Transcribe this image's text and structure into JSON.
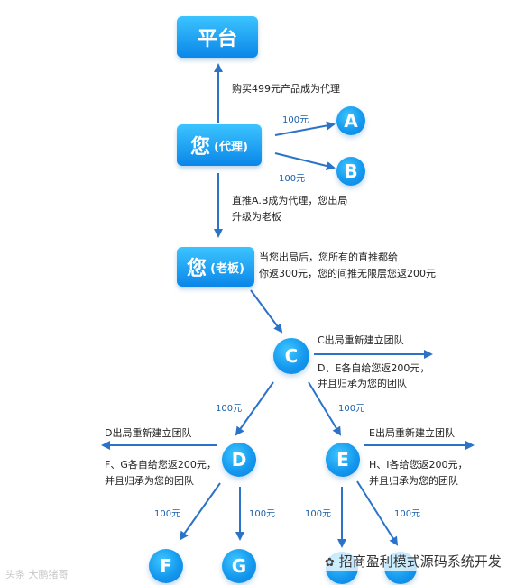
{
  "nodes": {
    "platform": "平台",
    "you_agent_main": "您",
    "you_agent_sub": "(代理)",
    "a": "A",
    "b": "B",
    "you_boss_main": "您",
    "you_boss_sub": "(老板)",
    "c": "C",
    "d": "D",
    "e": "E",
    "f": "F",
    "g": "G"
  },
  "labels": {
    "buy": "购买499元产品成为代理",
    "promote_1": "直推A.B成为代理，您出局",
    "promote_2": "升级为老板",
    "boss_1": "当您出局后，您所有的直推都给",
    "boss_2": "你返300元，您的间推无限层您返200元",
    "c_rebuild": "C出局重新建立团队",
    "c_de_1": "D、E各自给您返200元，",
    "c_de_2": "并且归承为您的团队",
    "d_rebuild": "D出局重新建立团队",
    "d_fg_1": "F、G各自给您返200元，",
    "d_fg_2": "并且归承为您的团队",
    "e_rebuild": "E出局重新建立团队",
    "e_hi_1": "H、I各给您返200元，",
    "e_hi_2": "并且归承为您的团队"
  },
  "amounts": {
    "to_a": "100元",
    "to_b": "100元",
    "c_to_d": "100元",
    "c_to_e": "100元",
    "d_to_f": "100元",
    "d_to_g": "100元",
    "e_to_h": "100元",
    "e_to_i": "100元"
  },
  "watermarks": {
    "left": "头条 大鹏猪哥",
    "right": "招商盈利模式源码系统开发"
  },
  "colors": {
    "node_blue": "#0a86e8",
    "arrow_blue": "#2a73c9",
    "text": "#222222"
  }
}
